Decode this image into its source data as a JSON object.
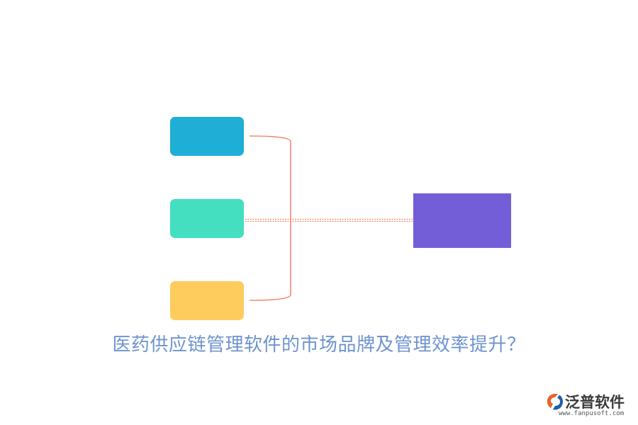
{
  "diagram": {
    "caption": "医药供应链管理软件的市场品牌及管理效率提升？",
    "nodes": [
      {
        "id": "blue",
        "label": "",
        "color": "#1eaed6"
      },
      {
        "id": "green",
        "label": "",
        "color": "#43dfc0"
      },
      {
        "id": "yellow",
        "label": "",
        "color": "#fecc5c"
      },
      {
        "id": "target",
        "label": "",
        "color": "#745ed8"
      }
    ],
    "connector_color": "#f08a6f"
  },
  "logo": {
    "name": "泛普软件",
    "url": "www.fanpusoft.com",
    "icon": "fanpu-logo-icon"
  }
}
